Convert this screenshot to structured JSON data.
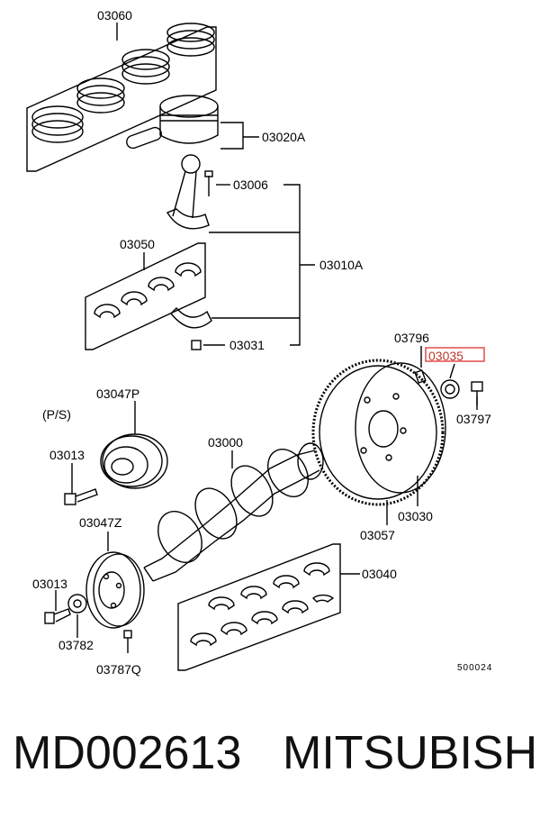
{
  "labels": {
    "p03060": "03060",
    "p03020A": "03020A",
    "p03006": "03006",
    "p03050": "03050",
    "p03010A": "03010A",
    "p03031": "03031",
    "p03796": "03796",
    "p03035": "03035",
    "p03797": "03797",
    "p03047P": "03047P",
    "ps": "(P/S)",
    "p03013a": "03013",
    "p03000": "03000",
    "p03030": "03030",
    "p03057": "03057",
    "p03047Z": "03047Z",
    "p03040": "03040",
    "p03013b": "03013",
    "p03782": "03782",
    "p03787Q": "03787Q",
    "ref": "500024"
  },
  "highlight_color": "#e04040",
  "caption": {
    "part_number": "MD002613",
    "brand": "MITSUBISHI"
  }
}
